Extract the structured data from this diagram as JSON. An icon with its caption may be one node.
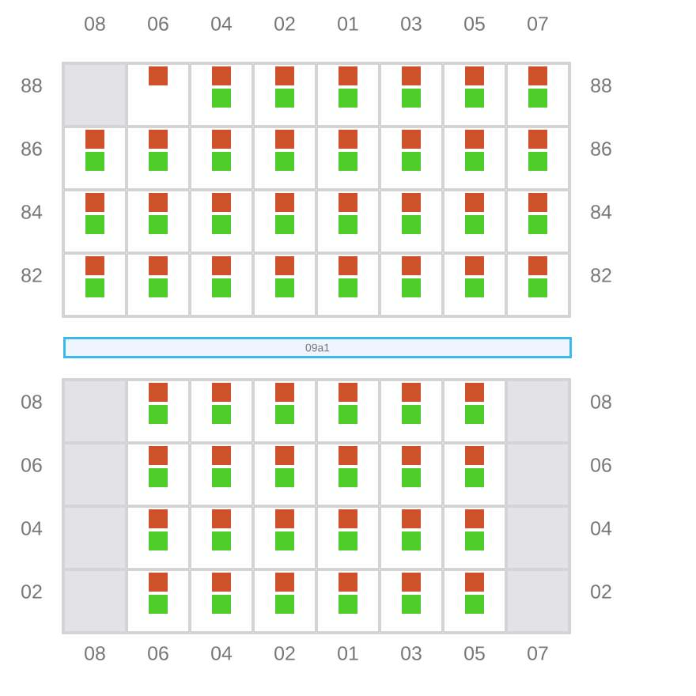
{
  "diagram": {
    "nodes": [
      {
        "text": [
          "09a1"
        ]
      }
    ],
    "labels": [
      "08",
      "06",
      "04",
      "02",
      "01",
      "03",
      "05",
      "07",
      "88",
      "88",
      "86",
      "86",
      "84",
      "84",
      "82",
      "82",
      "08",
      "08",
      "06",
      "06",
      "04",
      "04",
      "02",
      "02",
      "08",
      "06",
      "04",
      "02",
      "01",
      "03",
      "05",
      "07"
    ]
  }
}
